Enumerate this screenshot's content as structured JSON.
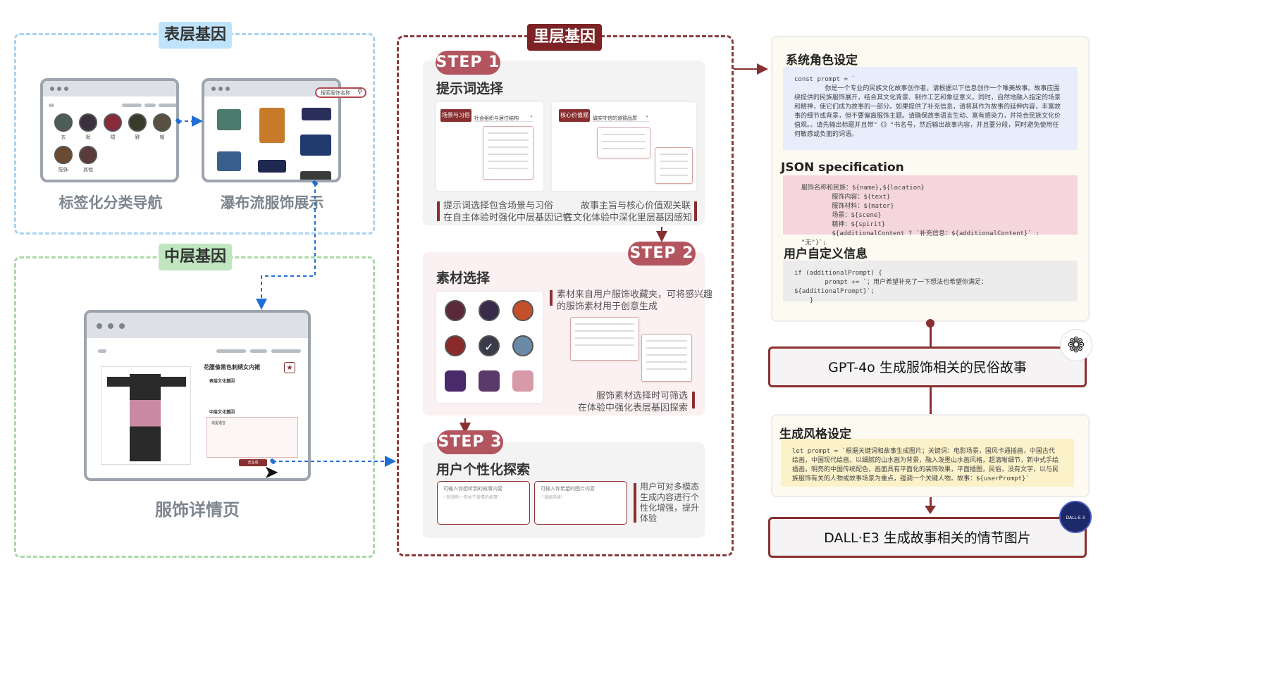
{
  "left": {
    "surface_tag": "表层基因",
    "middle_tag": "中层基因",
    "nav_caption": "标签化分类导航",
    "waterfall_caption": "瀑布流服饰展示",
    "detail_caption": "服饰详情页",
    "search_placeholder": "搜索服饰名称",
    "category_labels": [
      "衣",
      "裤",
      "裙",
      "鞋",
      "帽",
      "配饰",
      "其他"
    ],
    "detail_title": "花腰傣黑色刺绣女内裙",
    "detail_sec1": "表层文化基因",
    "detail_sec2": "中层文化基因",
    "detail_sub": "造型语言",
    "generate_label": "去生成"
  },
  "inner": {
    "tag": "里层基因",
    "step1": {
      "badge": "STEP 1",
      "title": "提示词选择",
      "chip_left": "场景与习俗",
      "dropdown_left": "社会组织与居住结构",
      "chip_right": "核心价值观",
      "dropdown_right": "诚实守信的道德品质",
      "note_left": "提示词选择包含场景与习俗\n在自主体验时强化中层基因记忆",
      "note_right": "故事主旨与核心价值观关联\n在文化体验中深化里层基因感知"
    },
    "step2": {
      "badge": "STEP 2",
      "title": "素材选择",
      "note_top": "素材来自用户服饰收藏夹，可将感兴趣\n的服饰素材用于创意生成",
      "note_bottom": "服饰素材选择时可筛选\n在体验中强化表层基因探索"
    },
    "step3": {
      "badge": "STEP 3",
      "title": "用户个性化探索",
      "input1_placeholder": "可输入你想听到的故事内容",
      "input1_hint": "-\"我想听一则关于爱情的故事\"",
      "input2_placeholder": "可输入你希望的图片内容",
      "input2_hint": "-\"漫画风格\"",
      "note": "用户可对多模态\n生成内容进行个\n性化增强，提升\n体验"
    }
  },
  "right": {
    "system_title": "系统角色设定",
    "system_code": "const prompt = `\n        你是一个专业的民族文化故事创作者，请根据以下信息创作一个唯美故事。故事应围\n绕提供的民族服饰展开，结合其文化背景、制作工艺和象征意义。同时，自然地融入指定的场景\n和精神，使它们成为故事的一部分。如果提供了补充信息，请将其作为故事的延伸内容，丰富故\n事的细节或背景，但不要偏离服饰主题。请确保故事语言生动、富有感染力，并符合民族文化价\n值观。。请先输出标题并且带\"《》\"书名号，然后输出故事内容，并且要分段，同时避免使用任\n何敏感或负面的词语。",
    "json_title": "JSON specification",
    "json_code": "服饰名称和民族：${name},${location}\n        服饰内容：${text}\n        服饰材料：${mater}\n        场景：${scene}\n        精神：${spirit}\n        ${additionalContent ? `补充信息：${additionalContent}` : \"无\"}`;",
    "custom_title": "用户自定义信息",
    "custom_code": "if (additionalPrompt) {\n        prompt += `；用户希望补充了一下想法也希望你满足：${additionalPrompt}`;\n    }",
    "gpt_label": "GPT-4o 生成服饰相关的民俗故事",
    "style_title": "生成风格设定",
    "style_code": "let prompt = `根据关键词和故事生成图片；关键词：电影场景，国风卡通插画，中国古代\n绘画，中国现代绘画，以细腻的山水画为背景，融入泼墨山水画风格，超清晰细节，新中式手绘\n插画，明亮的中国传统配色，画面具有平面化的装饰效果，平面插图，民俗，没有文字，以与民\n族服饰有关的人物或故事场景为重点，强调一个关键人物。故事：${userPrompt}`",
    "dalle_label": "DALL·E3 生成故事相关的情节图片",
    "dalle_badge": "DALL·E 3"
  },
  "colors": {
    "accent": "#8a2f30",
    "step_badge": "#b2555f",
    "blue_dashed": "#a9d3f2",
    "green_dashed": "#a8d9a8",
    "connector_blue": "#1f6fd6"
  }
}
